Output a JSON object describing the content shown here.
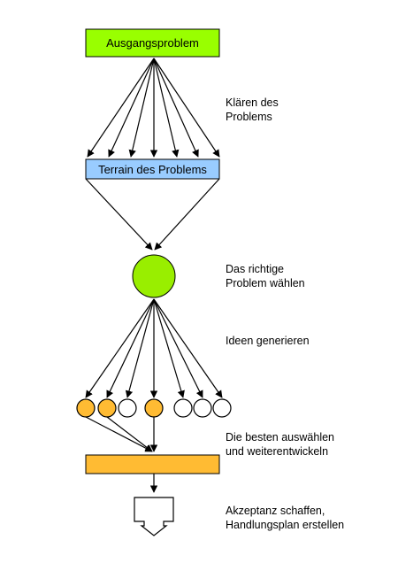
{
  "colors": {
    "start_box": "#99ff00",
    "terrain_box": "#99ccff",
    "problem_circle": "#99ee00",
    "selected_idea": "#ffbb33",
    "plain_idea": "#ffffff",
    "develop_bar": "#ffbb33",
    "line": "#000000"
  },
  "nodes": {
    "start": "Ausgangsproblem",
    "terrain": "Terrain des Problems"
  },
  "steps": {
    "clarify": [
      "Klären des",
      "Problems"
    ],
    "choose": [
      "Das richtige",
      "Problem wählen"
    ],
    "ideas": [
      "Ideen generieren"
    ],
    "develop": [
      "Die besten auswählen",
      "und weiterentwickeln"
    ],
    "accept": [
      "Akzeptanz schaffen,",
      "Handlungsplan erstellen"
    ]
  },
  "ideas": [
    {
      "selected": true
    },
    {
      "selected": true
    },
    {
      "selected": false
    },
    {
      "selected": true
    },
    {
      "selected": false
    },
    {
      "selected": false
    },
    {
      "selected": false
    }
  ]
}
